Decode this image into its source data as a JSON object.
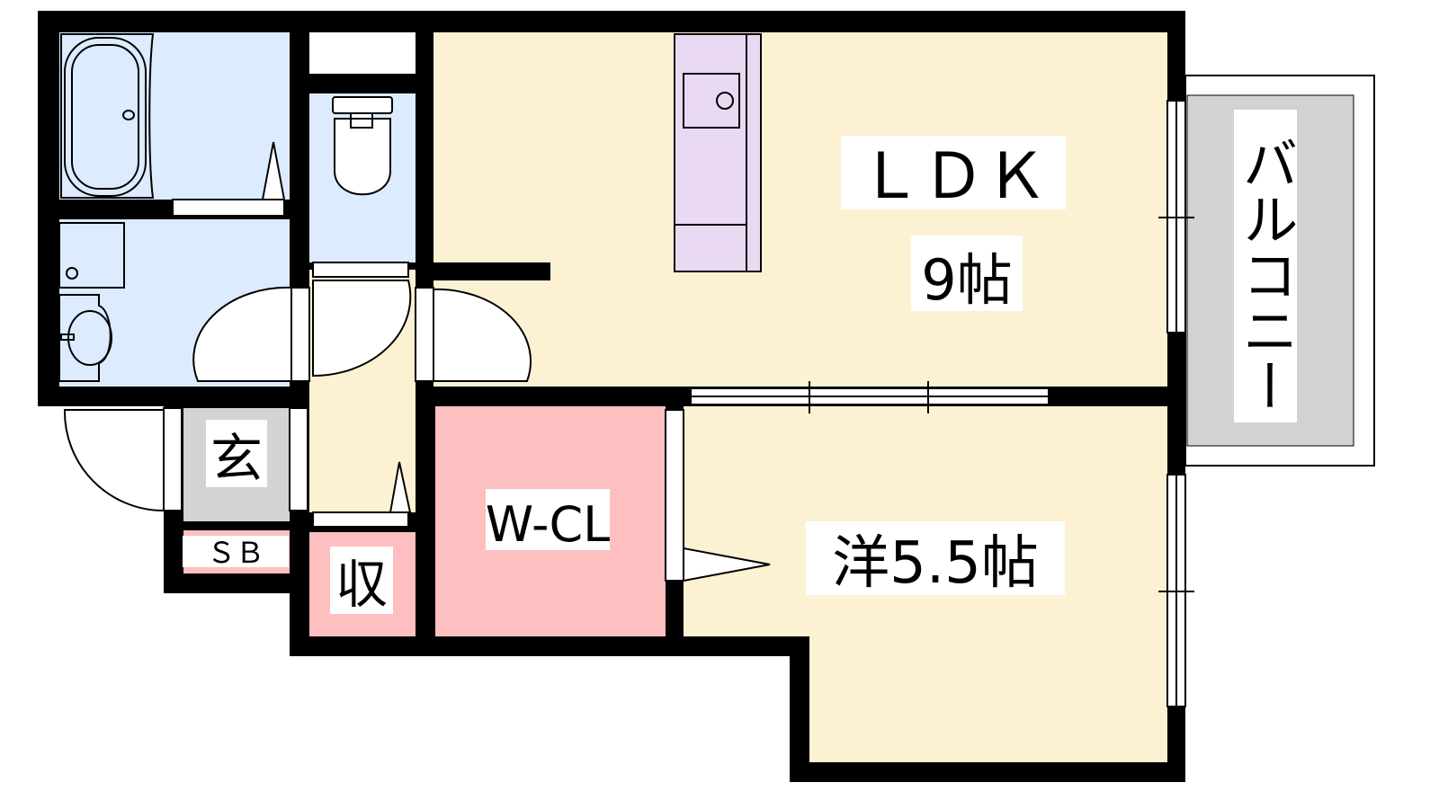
{
  "colors": {
    "wall": "#000000",
    "wet_area": "#dcebfd",
    "living": "#fdf1d4",
    "storage": "#fdbfbf",
    "entrance": "#d3d3d3",
    "kitchen": "#ead9f2",
    "balcony": "#d2d2d2"
  },
  "rooms": {
    "ldk": {
      "name": "ＬＤＫ",
      "size": "9帖"
    },
    "western": {
      "label": "洋5.5帖"
    },
    "wcl": {
      "label": "W-CL"
    },
    "entrance": {
      "label": "玄"
    },
    "shoebox": {
      "label": "ＳＢ"
    },
    "storage": {
      "label": "収"
    },
    "balcony": {
      "label": "バルコニー"
    }
  }
}
